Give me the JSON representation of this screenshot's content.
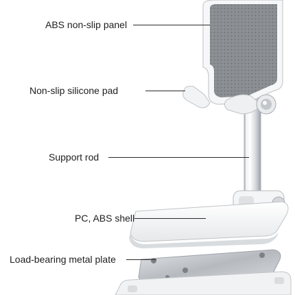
{
  "callouts": [
    {
      "text": "ABS non-slip panel"
    },
    {
      "text": "Non-slip silicone pad"
    },
    {
      "text": "Support rod"
    },
    {
      "text": "PC, ABS shell"
    },
    {
      "text": "Load-bearing metal plate"
    }
  ],
  "colors": {
    "text": "#1e1e1e",
    "leader_line": "#2a2a2a",
    "panel_grey": "#8e9196",
    "shell_white": "#f4f5f6",
    "metal": "#c9ccd0"
  }
}
